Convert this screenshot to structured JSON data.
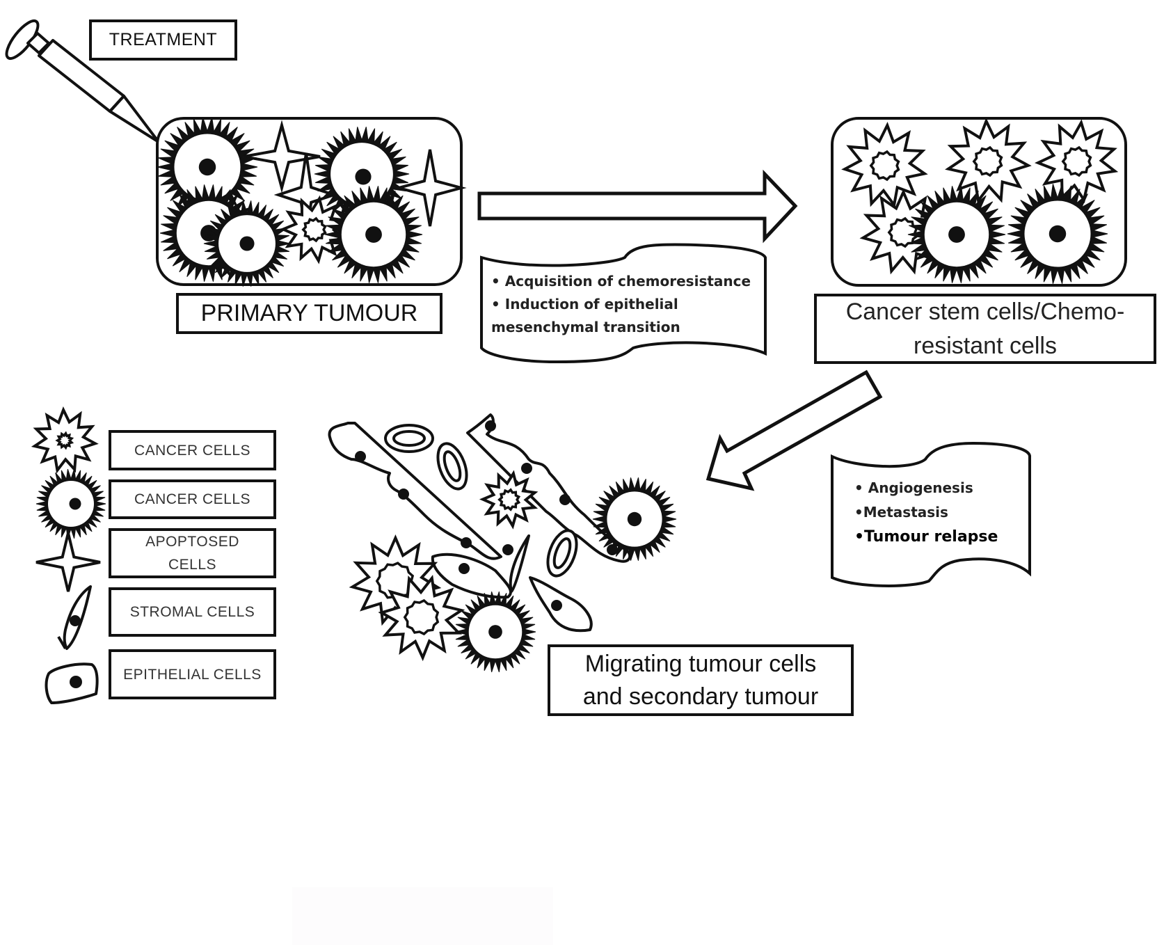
{
  "diagram": {
    "treatment_label": "TREATMENT",
    "primary_tumour_label": "PRIMARY TUMOUR",
    "stem_cells_label": {
      "line1": "Cancer stem cells/Chemo-",
      "line2": "resistant cells"
    },
    "migrating_label": {
      "line1": "Migrating tumour cells",
      "line2": "and secondary tumour"
    },
    "transition_notes": {
      "line1": "• Acquisition of chemoresistance",
      "line2": "• Induction of epithelial",
      "line3": "mesenchymal transition"
    },
    "outcome_notes": {
      "line1": "• Angiogenesis",
      "line2": "•Metastasis",
      "line3": "•Tumour relapse"
    },
    "legend": [
      {
        "icon": "spiky-cancer-cell-icon",
        "label": "CANCER CELLS"
      },
      {
        "icon": "sun-cancer-cell-icon",
        "label": "CANCER CELLS"
      },
      {
        "icon": "four-point-star-icon",
        "label_line1": "APOPTOSED",
        "label_line2": "CELLS"
      },
      {
        "icon": "stromal-cell-icon",
        "label": "STROMAL CELLS"
      },
      {
        "icon": "epithelial-cell-icon",
        "label": "EPITHELIAL CELLS"
      }
    ],
    "colors": {
      "stroke": "#111111",
      "background": "#ffffff"
    }
  }
}
